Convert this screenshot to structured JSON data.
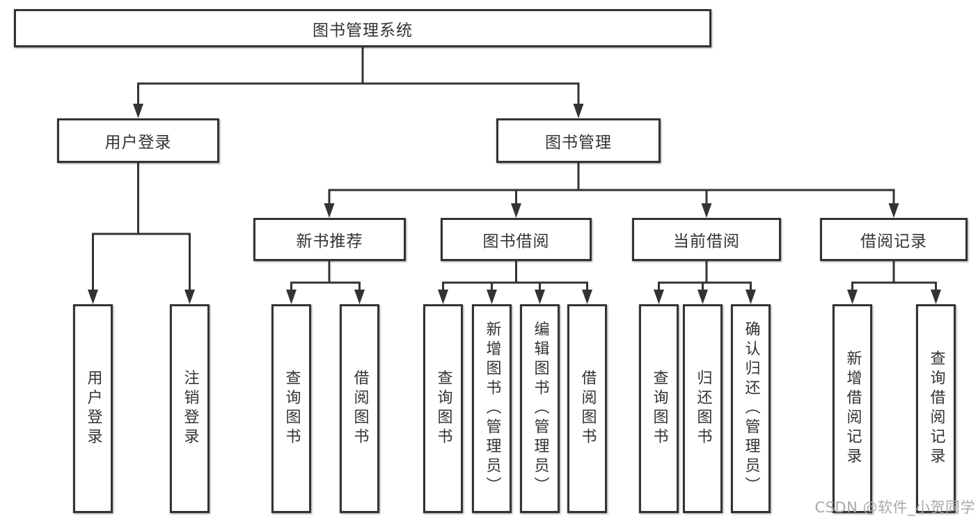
{
  "diagram": {
    "root": {
      "label": "图书管理系统"
    },
    "branches": [
      {
        "label": "用户登录",
        "children": [
          {
            "label": "用户登录"
          },
          {
            "label": "注销登录"
          }
        ]
      },
      {
        "label": "图书管理",
        "children": [
          {
            "label": "新书推荐",
            "children": [
              {
                "label": "查询图书"
              },
              {
                "label": "借阅图书"
              }
            ]
          },
          {
            "label": "图书借阅",
            "children": [
              {
                "label": "查询图书"
              },
              {
                "label": "新增图书（管理员）"
              },
              {
                "label": "编辑图书（管理员）"
              },
              {
                "label": "借阅图书"
              }
            ]
          },
          {
            "label": "当前借阅",
            "children": [
              {
                "label": "查询图书"
              },
              {
                "label": "归还图书"
              },
              {
                "label": "确认归还（管理员）"
              }
            ]
          },
          {
            "label": "借阅记录",
            "children": [
              {
                "label": "新增借阅记录"
              },
              {
                "label": "查询借阅记录"
              }
            ]
          }
        ]
      }
    ]
  },
  "watermark": {
    "text": "CSDN @软件_小贺同学"
  },
  "colors": {
    "line": "#333333",
    "text": "#333333",
    "box_bg": "#ffffff",
    "background": "#ffffff",
    "watermark": "#a9a9a9"
  }
}
